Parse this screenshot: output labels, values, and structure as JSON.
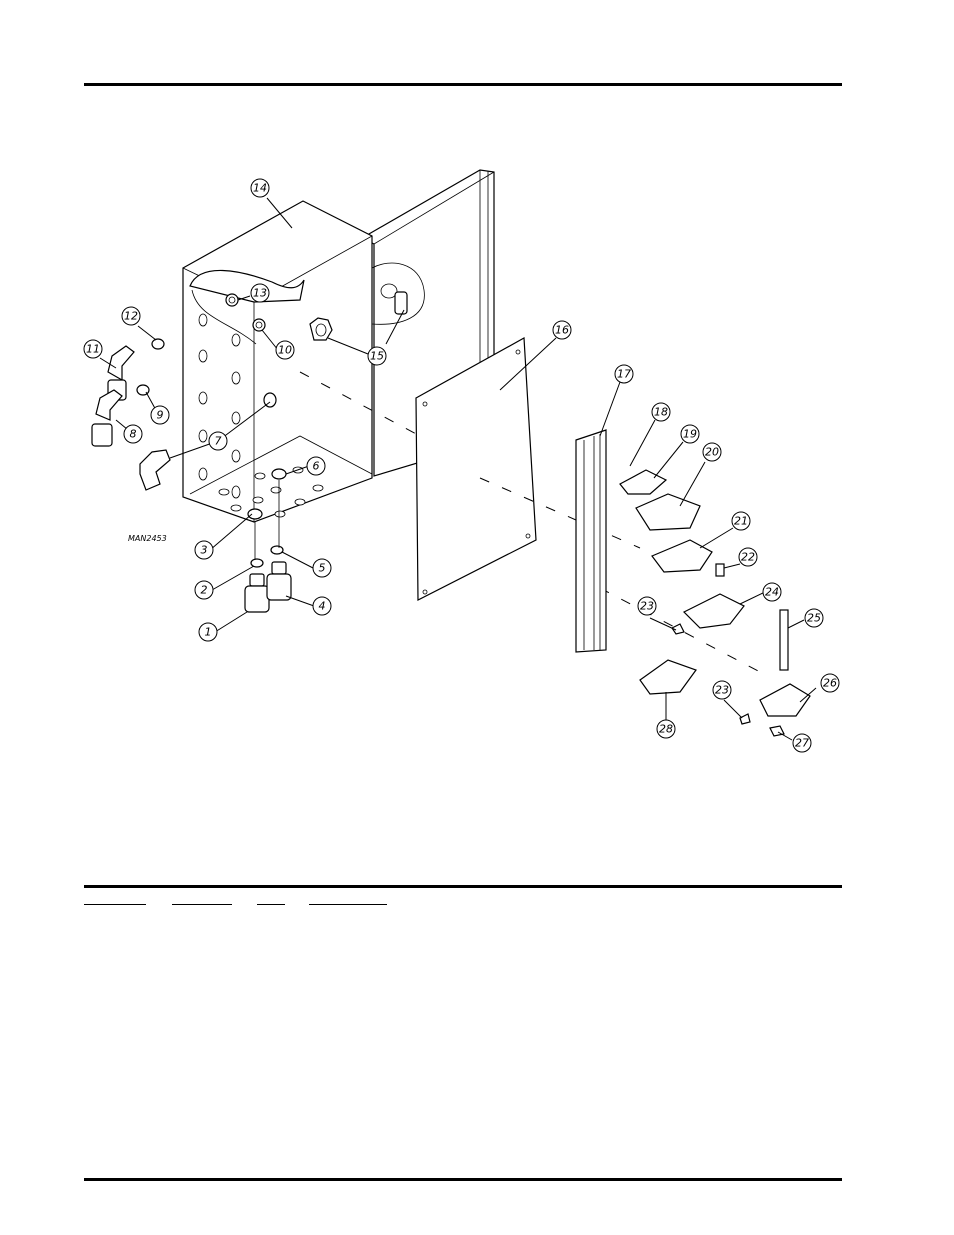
{
  "drawing": {
    "reference": "MAN2453"
  },
  "callouts": [
    {
      "label": "1"
    },
    {
      "label": "2"
    },
    {
      "label": "3"
    },
    {
      "label": "4"
    },
    {
      "label": "5"
    },
    {
      "label": "6"
    },
    {
      "label": "7"
    },
    {
      "label": "8"
    },
    {
      "label": "9"
    },
    {
      "label": "10"
    },
    {
      "label": "11"
    },
    {
      "label": "12"
    },
    {
      "label": "13"
    },
    {
      "label": "14"
    },
    {
      "label": "15"
    },
    {
      "label": "16"
    },
    {
      "label": "17"
    },
    {
      "label": "18"
    },
    {
      "label": "19"
    },
    {
      "label": "20"
    },
    {
      "label": "21"
    },
    {
      "label": "22"
    },
    {
      "label": "23"
    },
    {
      "label": "24"
    },
    {
      "label": "25"
    },
    {
      "label": "26"
    },
    {
      "label": "23"
    },
    {
      "label": "27"
    },
    {
      "label": "28"
    }
  ]
}
